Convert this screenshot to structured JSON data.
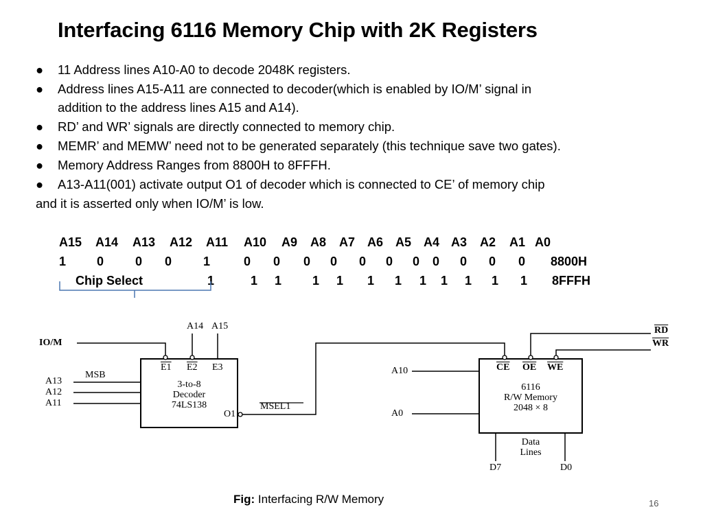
{
  "slide": {
    "title": "Interfacing 6116 Memory Chip with 2K Registers",
    "bullets": [
      "11 Address lines A10-A0 to decode 2048K registers.",
      "Address lines A15-A11 are connected to decoder(which is enabled by IO/M’ signal in",
      "addition to the address lines A15 and A14).",
      "RD’ and WR’ signals are directly connected to memory chip.",
      "MEMR’ and MEMW’ need not to be generated separately (this technique save two gates).",
      "Memory Address Ranges from 8800H to 8FFFH.",
      "A13-A11(001) activate output O1 of decoder which is connected to CE’ of memory chip",
      "and it is asserted only when IO/M’ is low."
    ],
    "page_number": "16"
  },
  "address_table": {
    "headers": [
      "A15",
      "A14",
      "A13",
      "A12",
      "A11",
      "A10",
      "A9",
      "A8",
      "A7",
      "A6",
      "A5",
      "A4",
      "A3",
      "A2",
      "A1",
      "A0"
    ],
    "row1_bits": [
      "1",
      "0",
      "0",
      "0",
      "1",
      "0",
      "0",
      "0",
      "0",
      "0",
      "0",
      "0",
      "0",
      "0",
      "0",
      "0"
    ],
    "row1_hex": "8800H",
    "row2_bits": [
      "1",
      "1",
      "1",
      "1",
      "1",
      "1",
      "1",
      "1",
      "1",
      "1",
      "1",
      "1"
    ],
    "row2_hex": "8FFFH",
    "chip_select_label": "Chip Select"
  },
  "diagram": {
    "io_m": "IO/M",
    "a14": "A14",
    "a15": "A15",
    "msb": "MSB",
    "a13": "A13",
    "a12": "A12",
    "a11": "A11",
    "e1": "E1",
    "e2": "E2",
    "e3": "E3",
    "decoder_line1": "3-to-8",
    "decoder_line2": "Decoder",
    "decoder_line3": "74LS138",
    "o1": "O1",
    "msel": "MSEL1",
    "a10": "A10",
    "a0": "A0",
    "ce": "CE",
    "oe": "OE",
    "we": "WE",
    "mem_line1": "6116",
    "mem_line2": "R/W Memory",
    "mem_line3": "2048 × 8",
    "data_line1": "Data",
    "data_line2": "Lines",
    "d7": "D7",
    "d0": "D0",
    "rd": "RD",
    "wr": "WR"
  },
  "caption": {
    "prefix": "Fig:",
    "text": "Interfacing R/W Memory"
  }
}
